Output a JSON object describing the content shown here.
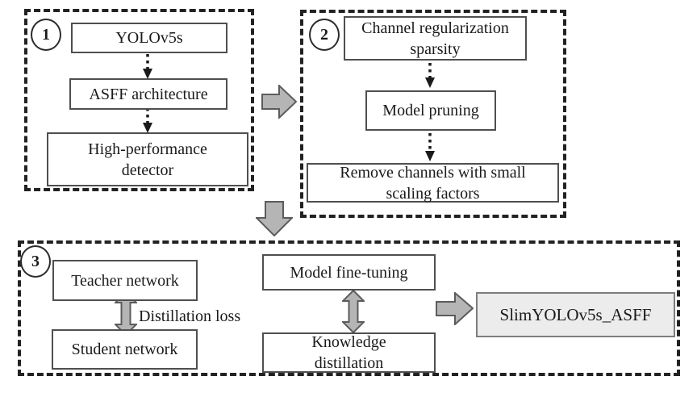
{
  "diagram_title": "SlimYOLOv5s_ASFF construction pipeline",
  "colors": {
    "panel_border": "#222222",
    "box_border": "#4f4f4f",
    "block_arrow_fill": "#b5b5b5",
    "block_arrow_stroke": "#5c5c5c",
    "result_box_fill": "#ececec",
    "text": "#1a1a1a"
  },
  "panels": {
    "stage1": {
      "number": "1",
      "boxes": {
        "yolov5s": "YOLOv5s",
        "asff": "ASFF architecture",
        "detector": "High-performance\ndetector"
      }
    },
    "stage2": {
      "number": "2",
      "boxes": {
        "sparsity": "Channel regularization\nsparsity",
        "pruning": "Model pruning",
        "remove": "Remove channels with small\nscaling factors"
      }
    },
    "stage3": {
      "number": "3",
      "boxes": {
        "teacher": "Teacher network",
        "student": "Student network",
        "finetune": "Model fine-tuning",
        "knowledge": "Knowledge\ndistillation",
        "result": "SlimYOLOv5s_ASFF"
      },
      "labels": {
        "distillation_loss": "Distillation loss"
      }
    }
  }
}
